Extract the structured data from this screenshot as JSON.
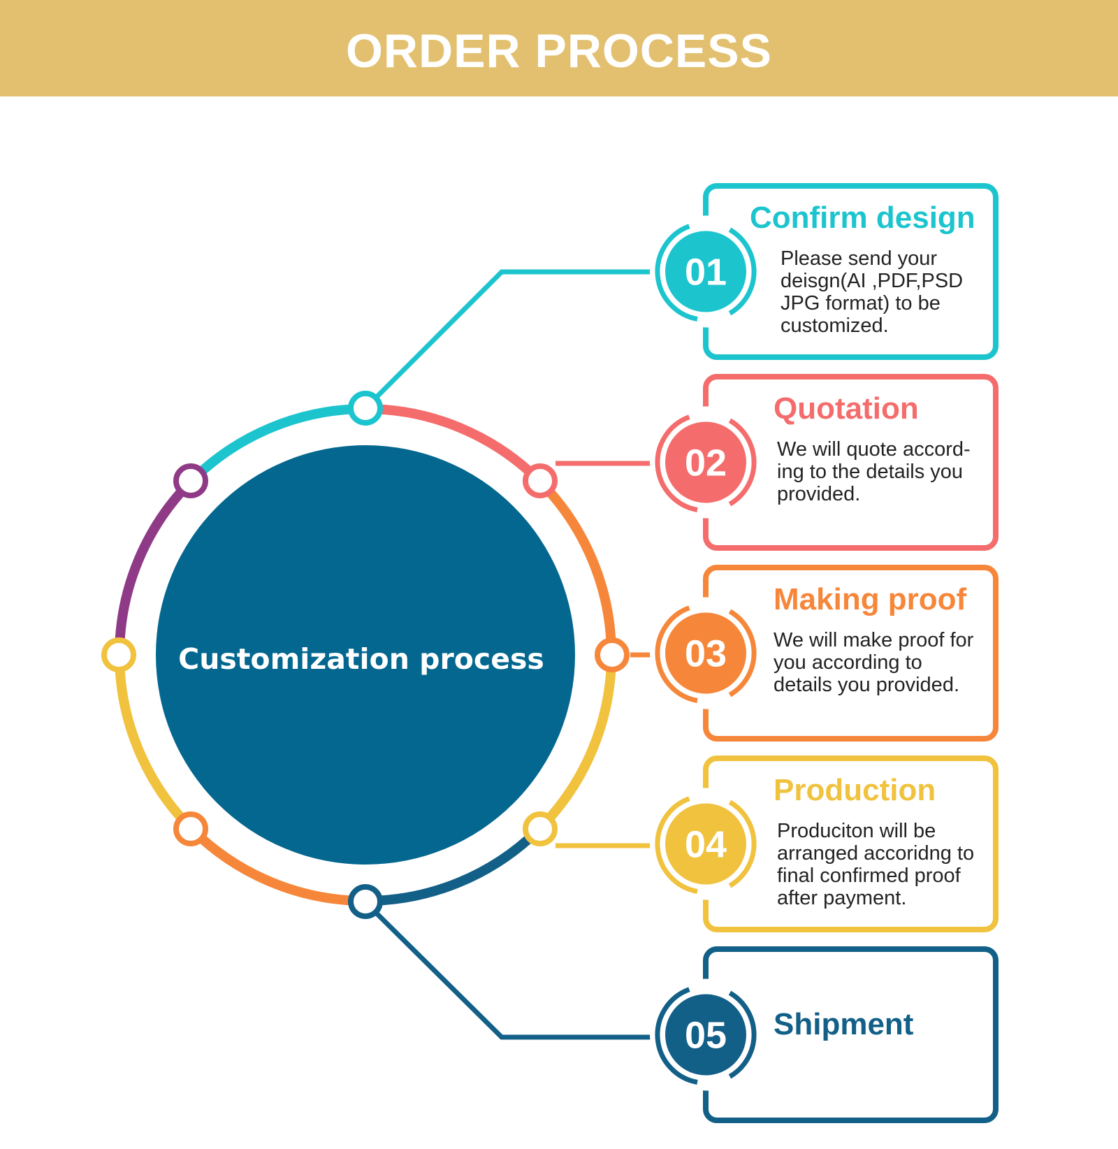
{
  "header": {
    "title": "ORDER PROCESS"
  },
  "center": {
    "label": "Customization process"
  },
  "colors": {
    "banner": "#e2c06f",
    "center_fill": "#03678f",
    "teal": "#1cc4ce",
    "coral": "#f56c6c",
    "orange": "#f6873a",
    "yellow": "#f0c23e",
    "navy": "#125f87",
    "purple": "#8f3a86"
  },
  "steps": [
    {
      "number": "01",
      "title": "Confirm design",
      "description": [
        "Please send your",
        "deisgn(AI ,PDF,PSD",
        "JPG format) to be",
        "customized."
      ],
      "color": "#1cc4ce"
    },
    {
      "number": "02",
      "title": "Quotation",
      "description": [
        "We will quote accord-",
        "ing to the details you",
        "provided."
      ],
      "color": "#f56c6c"
    },
    {
      "number": "03",
      "title": "Making proof",
      "description": [
        "We will make proof for",
        "you according to",
        "details you provided."
      ],
      "color": "#f6873a"
    },
    {
      "number": "04",
      "title": "Production",
      "description": [
        "Produciton will be",
        "arranged accoridng to",
        "final confirmed proof",
        "after payment."
      ],
      "color": "#f0c23e"
    },
    {
      "number": "05",
      "title": "Shipment",
      "description": [],
      "color": "#125f87"
    }
  ]
}
